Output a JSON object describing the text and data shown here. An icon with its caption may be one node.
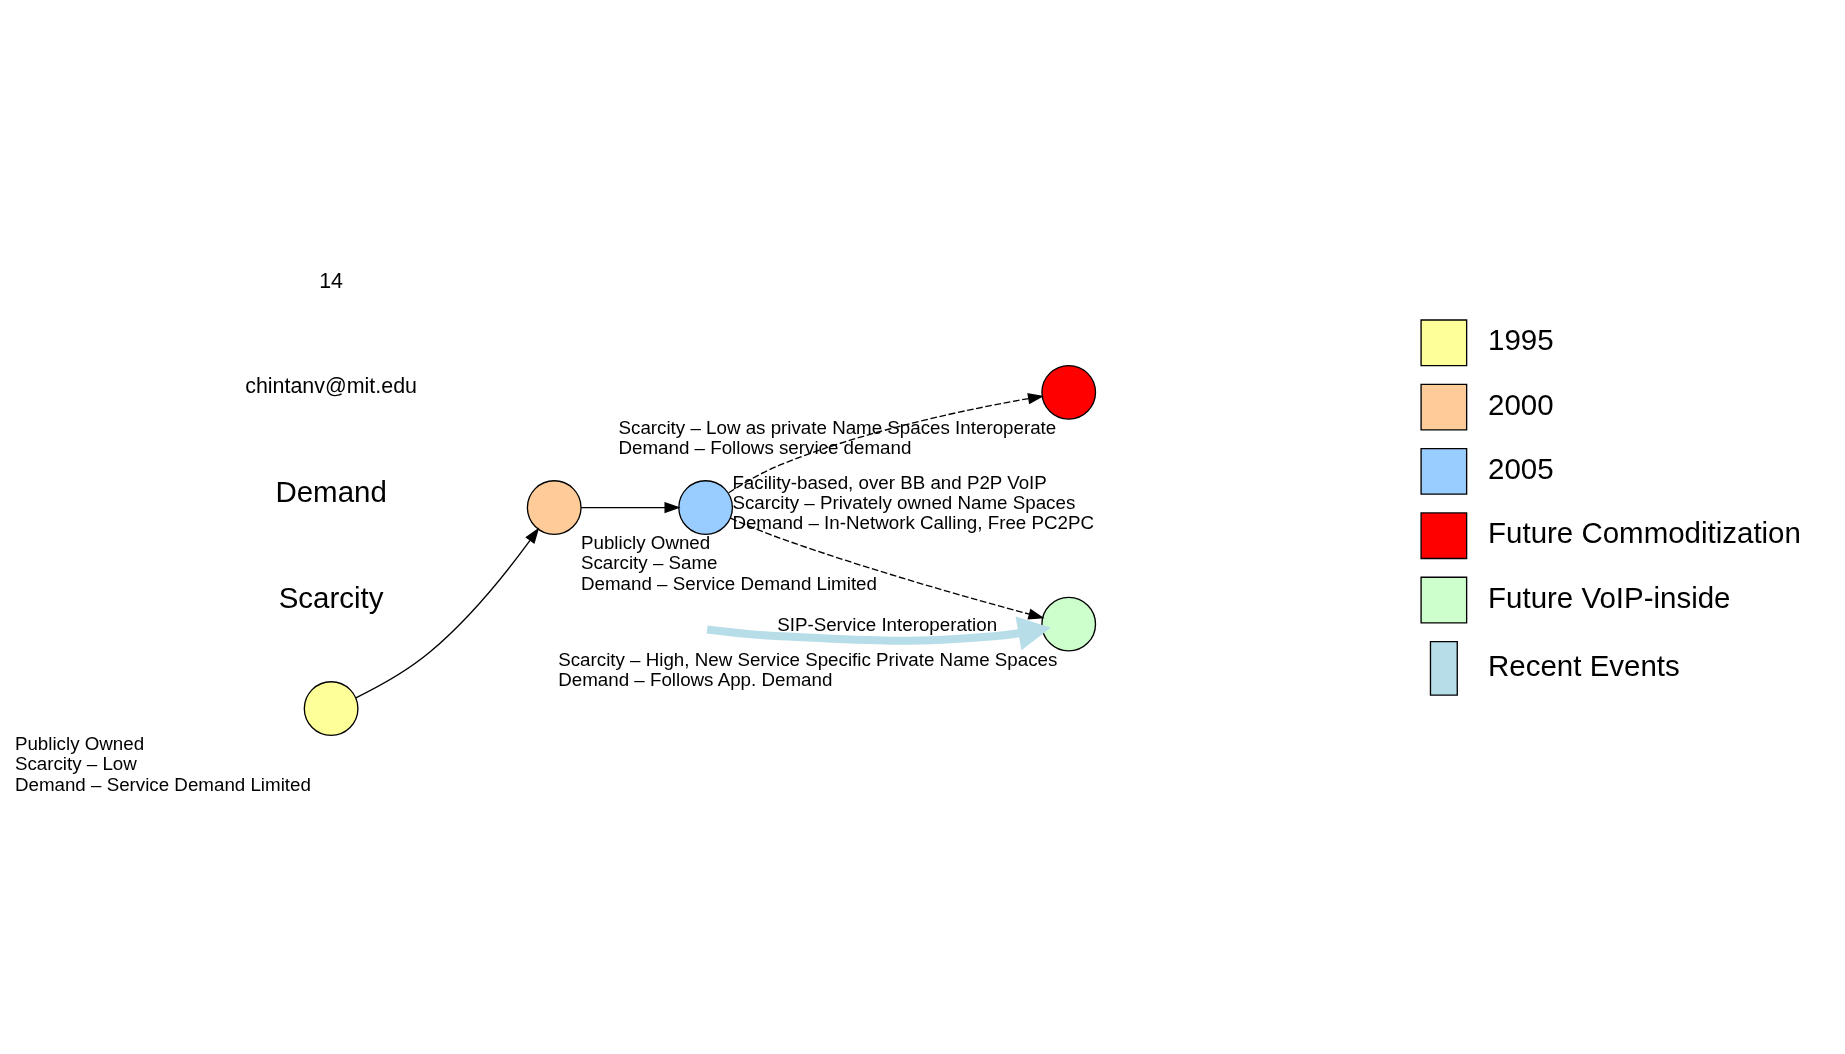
{
  "diagram": {
    "nodes": [
      {
        "text": [],
        "shape": "circle",
        "beside": [
          "Publicly Owned",
          "Scarcity – Low",
          "Demand – Service Demand Limited"
        ]
      },
      {
        "text": [],
        "shape": "circle",
        "beside": [
          "Publicly Owned",
          "Scarcity – Same",
          "Demand – Service Demand Limited"
        ]
      },
      {
        "text": [],
        "shape": "circle",
        "beside": [
          "Facility-based, over BB and P2P VoIP",
          "Scarcity – Privately owned Name Spaces",
          "Demand – In-Network Calling, Free PC2PC"
        ]
      },
      {
        "text": [],
        "shape": "circle",
        "beside": [
          "Scarcity – High, New Service Specific Private Name Spaces",
          "Demand – Follows App. Demand"
        ]
      },
      {
        "text": [],
        "shape": "circle",
        "beside": [
          "Scarcity – Low as private Name Spaces Interoperate",
          "Demand – Follows service demand"
        ]
      }
    ],
    "edges": [
      {
        "from": 0,
        "to": 1,
        "arrow": "to"
      },
      {
        "from": 1,
        "to": 2,
        "arrow": "to"
      },
      {
        "from": 2,
        "to": 3,
        "arrow": "to",
        "style": "dashed"
      },
      {
        "from": 2,
        "to": 4,
        "arrow": "to",
        "style": "dashed"
      },
      {
        "from": null,
        "to": 3,
        "arrow": "to",
        "style": "thick",
        "color": "#b7dde8",
        "label": "SIP-Service Interoperation"
      }
    ],
    "labels": [
      "Scarcity",
      "Demand",
      "chintanv@mit.edu",
      "14"
    ],
    "legend": [
      {
        "text": "1995",
        "color": "#ffff99"
      },
      {
        "text": "2000",
        "color": "#ffcc99"
      },
      {
        "text": "2005",
        "color": "#99ccff"
      },
      {
        "text": "Future Commoditization",
        "color": "#ff0000"
      },
      {
        "text": "Future VoIP-inside",
        "color": "#ccffcc"
      },
      {
        "text": "Recent Events"
      }
    ]
  }
}
